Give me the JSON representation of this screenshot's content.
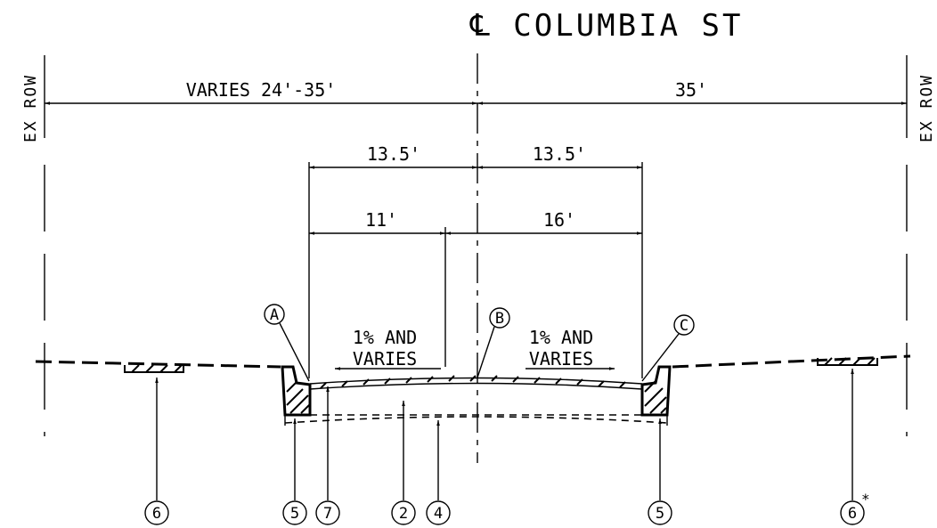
{
  "title": "℄ COLUMBIA ST",
  "row_labels": {
    "left": "EX ROW",
    "right": "EX ROW"
  },
  "dimensions": {
    "left_row": "VARIES 24'-35'",
    "right_row": "35'",
    "left_half": "13.5'",
    "right_half": "13.5'",
    "left_lane": "11'",
    "right_lane": "16'"
  },
  "slope_notes": {
    "left": [
      "1% AND",
      "VARIES"
    ],
    "right": [
      "1% AND",
      "VARIES"
    ]
  },
  "point_labels": [
    "A",
    "B",
    "C"
  ],
  "callouts": [
    "6",
    "5",
    "7",
    "2",
    "4",
    "5",
    "6"
  ],
  "callout_marker": "*"
}
